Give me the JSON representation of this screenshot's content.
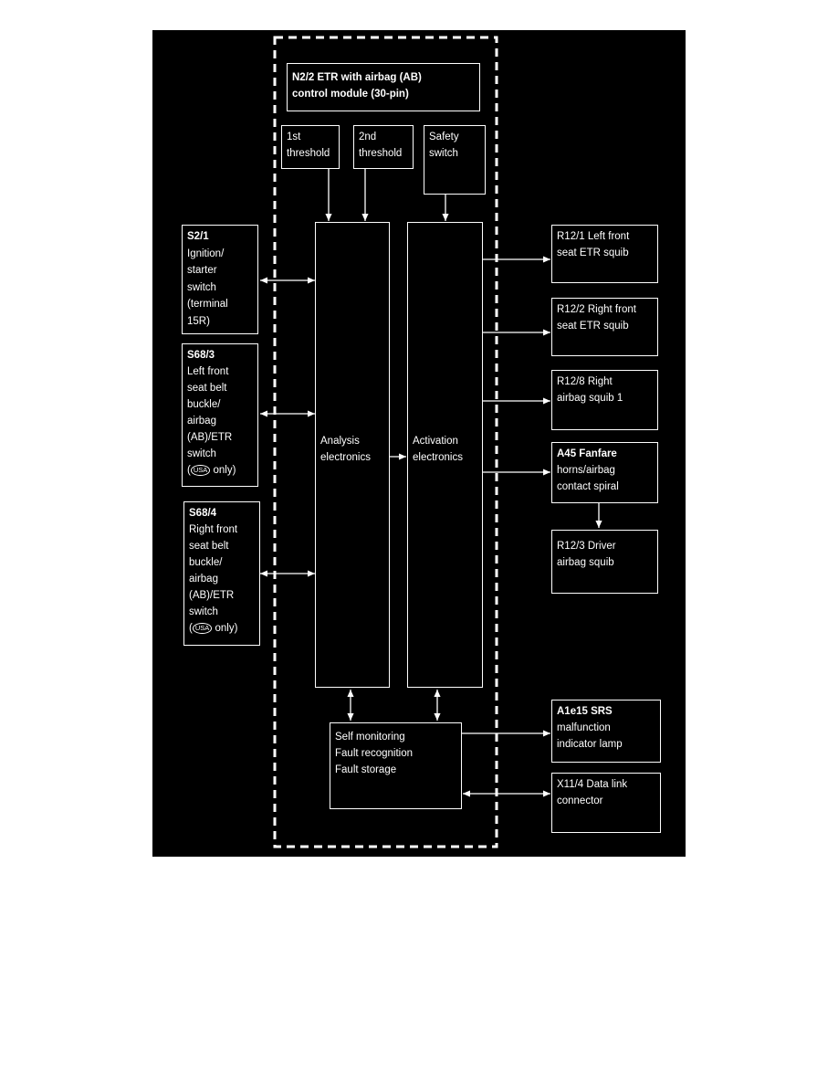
{
  "module": {
    "title_lines": [
      "N2/2 ETR with airbag (AB)",
      "control module (30-pin)"
    ]
  },
  "threshold1": {
    "lines": [
      "1st",
      "threshold"
    ]
  },
  "threshold2": {
    "lines": [
      "2nd",
      "threshold"
    ]
  },
  "safety": {
    "lines": [
      "Safety",
      "switch"
    ]
  },
  "analysis": {
    "lines": [
      "Analysis",
      "electronics"
    ]
  },
  "activation": {
    "lines": [
      "Activation",
      "electronics"
    ]
  },
  "monitor": {
    "lines": [
      "Self monitoring",
      "Fault recognition",
      "Fault storage"
    ]
  },
  "s21": {
    "lines": [
      "S2/1",
      "Ignition/",
      "starter",
      "switch",
      "(terminal",
      "15R)"
    ]
  },
  "s683": {
    "lines": [
      "S68/3",
      "Left front",
      "seat belt",
      "buckle/",
      "airbag",
      "(AB)/ETR",
      "switch"
    ],
    "usa_badge": "USA",
    "usa_suffix": "only)",
    "usa_prefix": "("
  },
  "s684": {
    "lines": [
      "S68/4",
      "Right front",
      "seat belt",
      "buckle/",
      "airbag",
      "(AB)/ETR",
      "switch"
    ],
    "usa_badge": "USA",
    "usa_suffix": "only)",
    "usa_prefix": "("
  },
  "r121": {
    "lines": [
      "R12/1 Left front",
      "seat ETR squib"
    ]
  },
  "r122": {
    "lines": [
      "R12/2 Right front",
      "seat ETR squib"
    ]
  },
  "r128": {
    "lines": [
      "R12/8 Right",
      "airbag squib 1"
    ]
  },
  "a45": {
    "lines": [
      "A45 Fanfare",
      "horns/airbag",
      "contact spiral"
    ]
  },
  "r123": {
    "lines": [
      "R12/3  Driver",
      "airbag squib"
    ]
  },
  "a1e15": {
    "lines": [
      "A1e15 SRS",
      "malfunction",
      "indicator lamp"
    ]
  },
  "x114": {
    "lines": [
      "X11/4 Data link",
      "connector"
    ]
  }
}
